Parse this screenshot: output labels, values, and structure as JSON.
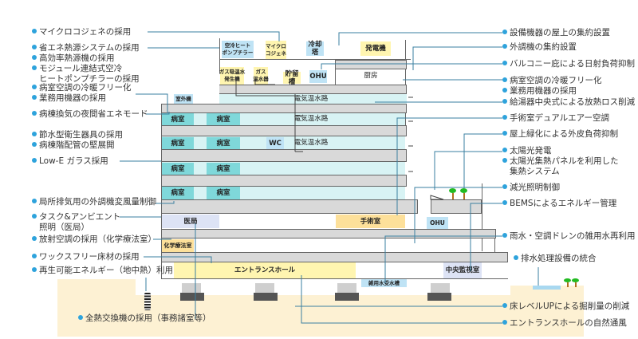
{
  "left_labels": [
    {
      "lines": [
        "マイクロコジェネの採用"
      ]
    },
    {
      "lines": [
        "省エネ熱源システムの採用",
        "高効率熱源機の採用",
        "モジュール連結式空冷",
        "ヒートポンプチラーの採用"
      ],
      "indent_last": true
    },
    {
      "lines": [
        "病室空調の冷暖フリー化",
        "業務用機器の採用"
      ]
    },
    {
      "lines": [
        "病棟換気の夜間省エネモード"
      ]
    },
    {
      "lines": [
        "節水型衛生器具の採用",
        "病棟階配管の堅展開"
      ]
    },
    {
      "lines": [
        "Low-E ガラス採用"
      ]
    },
    {
      "lines": [
        "局所排気用の外調機変風量制御"
      ]
    },
    {
      "lines": [
        "タスク&アンビエント",
        "照明（医局）"
      ]
    },
    {
      "lines": [
        "放射空調の採用（化学療法室）"
      ]
    },
    {
      "lines": [
        "ワックスフリー床材の採用"
      ]
    },
    {
      "lines": [
        "再生可能エネルギー（地中熱）利用"
      ]
    },
    {
      "lines": [
        "全熱交換機の採用（事務諸室等）"
      ]
    }
  ],
  "right_labels": [
    {
      "lines": [
        "設備機器の屋上の集約設置"
      ]
    },
    {
      "lines": [
        "外調機の集約設置"
      ]
    },
    {
      "lines": [
        "バルコニー庇による日射負荷抑制"
      ]
    },
    {
      "lines": [
        "病室空調の冷暖フリー化",
        "業務用機器の採用"
      ]
    },
    {
      "lines": [
        "給湯器中央式による放熱ロス削減"
      ]
    },
    {
      "lines": [
        "手術室デュアルエアー空調"
      ]
    },
    {
      "lines": [
        "屋上緑化による外皮負荷抑制"
      ]
    },
    {
      "lines": [
        "太陽光発電",
        "太陽光集熱パネルを利用した",
        "集熱システム"
      ],
      "indent_last": true
    },
    {
      "lines": [
        "減光照明制御"
      ]
    },
    {
      "lines": [
        "BEMSによるエネルギー管理"
      ]
    },
    {
      "lines": [
        "雨水・空調ドレンの雑用水再利用"
      ]
    },
    {
      "lines": [
        "排水処理設備の統合"
      ]
    },
    {
      "lines": [
        "床レベルUPによる掘削量の削減"
      ]
    },
    {
      "lines": [
        "エントランスホールの自然通風"
      ]
    }
  ],
  "rooms": {
    "heat_pump_chiller": "空冷ヒート\nポンプチラー",
    "micro_cogen": "マイクロ\nコジェネ",
    "cooling_tower": "冷却塔",
    "generator": "発電機",
    "gas_absorption": "ガス吸温水\n発生機",
    "gas_water_heater": "ガス\n温水器",
    "storage_tank": "貯留槽",
    "ohu_top": "OHU",
    "kitchen": "厨房",
    "outdoor_unit": "室外機",
    "patient_room": "病室",
    "wc": "WC",
    "hot_water_route": "電気温水路",
    "medical_office": "医局",
    "operating_room": "手術室",
    "ohu_mid": "OHU",
    "chemo_room": "化学療法室",
    "entrance_hall": "エントランスホール",
    "central_monitoring": "中央監視室",
    "misc_water_tank": "雑用水受水槽"
  },
  "colors": {
    "bullet": "#2ea3dc",
    "leader_line": "#3a7fa0",
    "patient_room": "#7fd8da",
    "floor_fill": "#d8f3f4",
    "slab": "#d9d9d9",
    "ground": "#fdf1d3",
    "equipment_yellow": "#fff5b0",
    "equipment_blue": "#bfe3f5",
    "operating_room": "#fde09a",
    "tree": "#22bb22"
  }
}
